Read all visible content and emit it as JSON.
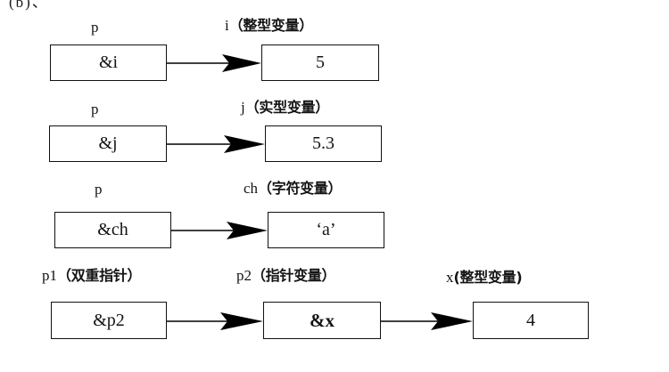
{
  "figure": {
    "top_fragment": "(b)、",
    "rows": [
      {
        "id": "row-i",
        "pointer_caption": "p",
        "pointer_caption_latin": "p",
        "pointer_caption_cjk": "",
        "target_caption_latin": "i",
        "target_caption_cjk": "（整型变量）",
        "pointer_value": "&i",
        "target_value": "5"
      },
      {
        "id": "row-j",
        "pointer_caption": "p",
        "pointer_caption_latin": "p",
        "pointer_caption_cjk": "",
        "target_caption_latin": "j",
        "target_caption_cjk": "（实型变量）",
        "pointer_value": "&j",
        "target_value": "5.3"
      },
      {
        "id": "row-ch",
        "pointer_caption": "p",
        "pointer_caption_latin": "p",
        "pointer_caption_cjk": "",
        "target_caption_latin": "ch",
        "target_caption_cjk": "（字符变量）",
        "pointer_value": "&ch",
        "target_value": "‘a’"
      }
    ],
    "double_pointer_row": {
      "id": "row-double-pointer",
      "first_caption_latin": "p1",
      "first_caption_cjk": "（双重指针）",
      "second_caption_latin": "p2",
      "second_caption_cjk": "（指针变量）",
      "third_caption_latin": "x",
      "third_caption_cjk": "(整型变量)",
      "first_value": "&p2",
      "second_value": "&x",
      "third_value": "4"
    },
    "colors": {
      "box_border": "#111111",
      "arrow": "#000000",
      "text": "#141414",
      "background": "#ffffff"
    }
  }
}
